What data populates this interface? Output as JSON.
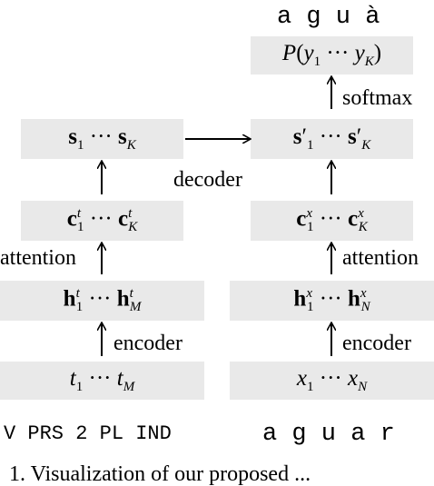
{
  "outputs": {
    "target_text": "a g u à",
    "prob_label": "P(y₁ ··· y_K)"
  },
  "left_column": {
    "states_label": "s₁ ··· s_K",
    "context_label": "c₁ᵗ ··· c_Kᵗ",
    "hidden_label": "h₁ᵗ ··· h_Mᵗ",
    "input_label": "t₁ ··· t_M",
    "input_text": "V PRS 2 PL IND"
  },
  "right_column": {
    "states_label": "s′₁ ··· s′_K",
    "context_label": "c₁ˣ ··· c_Kˣ",
    "hidden_label": "h₁ˣ ··· h_Nˣ",
    "input_label": "x₁ ··· x_N",
    "input_text": "a g u a r"
  },
  "edge_labels": {
    "softmax": "softmax",
    "decoder": "decoder",
    "attention_left": "attention",
    "attention_right": "attention",
    "encoder_left": "encoder",
    "encoder_right": "encoder"
  },
  "caption_fragment": "1. Visualization of our proposed ..."
}
